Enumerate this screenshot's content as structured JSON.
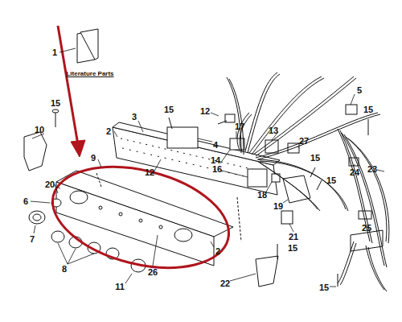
{
  "diagram": {
    "labels": [
      "1",
      "Literature Parts",
      "15",
      "15",
      "12",
      "3",
      "2",
      "17",
      "5",
      "15",
      "4",
      "13",
      "10",
      "9",
      "14",
      "27",
      "15",
      "24",
      "16",
      "12",
      "20",
      "23",
      "18",
      "15",
      "6",
      "19",
      "25",
      "7",
      "21",
      "2",
      "15",
      "8",
      "26",
      "11",
      "22",
      "15"
    ]
  }
}
